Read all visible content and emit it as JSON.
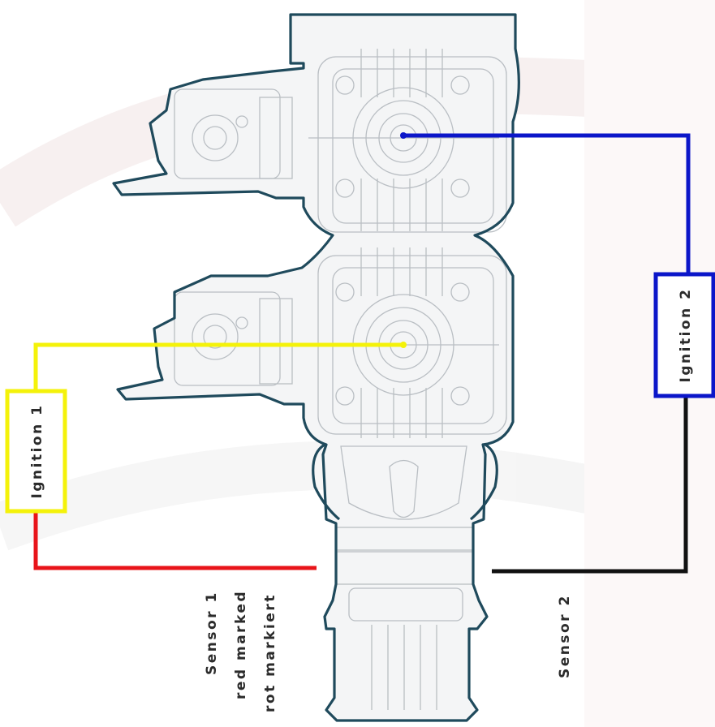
{
  "labels": {
    "ignition_1": "Ignition 1",
    "ignition_2": "Ignition 2",
    "sensor_1_lines": [
      "Sensor 1",
      "red marked",
      "rot markiert"
    ],
    "sensor_2": "Sensor 2"
  },
  "colors": {
    "ignition_1_wire": "#f4f20a",
    "ignition_2_wire": "#0b16c9",
    "sensor_1_wire": "#e8141a",
    "sensor_2_wire": "#111111",
    "engine_outline": "#1f4a5c",
    "text": "#2b2b2b",
    "watermark": "#f3dede"
  }
}
